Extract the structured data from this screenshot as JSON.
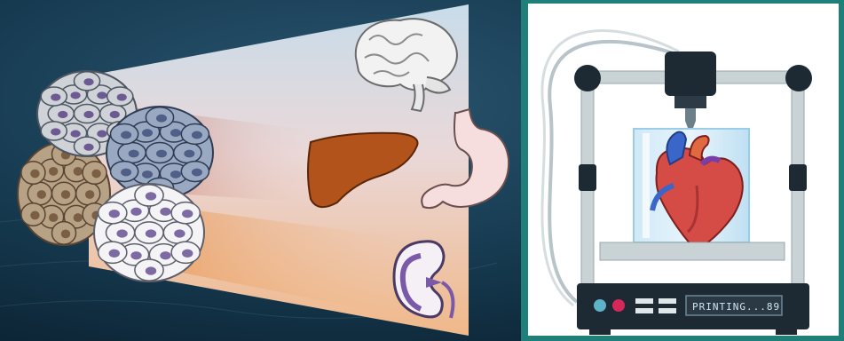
{
  "panels": {
    "left": {
      "theme": "stem-cell-clusters-to-organs"
    },
    "right": {
      "theme": "3d-bioprinter-printing-heart"
    }
  },
  "printer": {
    "display_text": "PRINTING...89",
    "progress_percent": 89
  },
  "colors": {
    "background": "#12344a",
    "panel_border": "#1f7f79",
    "printer_frame": "#c9d3d6",
    "printer_dark": "#1e2a33",
    "heart": "#d54b45",
    "liver": "#b2531c",
    "cell_purple": "#6e5a92"
  },
  "icons": {
    "cells": [
      "gray-cell-cluster-icon",
      "blue-cell-cluster-icon",
      "brown-cell-cluster-icon",
      "white-cell-cluster-icon"
    ],
    "organs": [
      "brain-icon",
      "stomach-icon",
      "liver-icon",
      "kidney-icon"
    ],
    "printer": [
      "printer-head-icon",
      "heart-icon",
      "power-light-icon"
    ]
  }
}
